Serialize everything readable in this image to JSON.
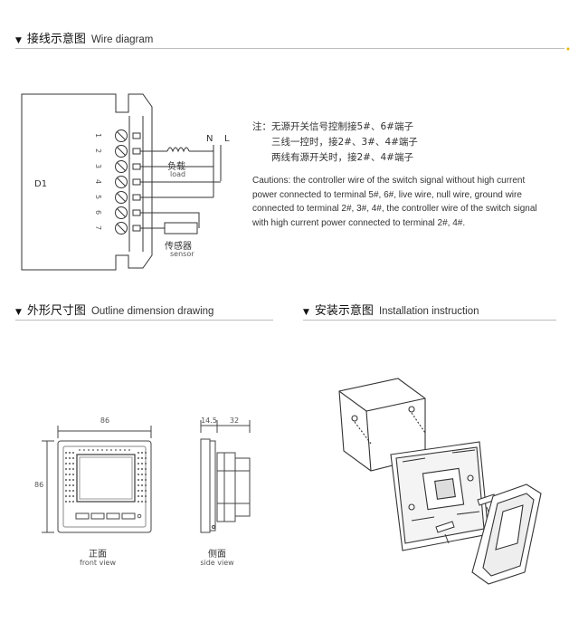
{
  "sections": {
    "wire": {
      "zh": "接线示意图",
      "en": "Wire diagram"
    },
    "outline": {
      "zh": "外形尺寸图",
      "en": "Outline dimension drawing"
    },
    "install": {
      "zh": "安装示意图",
      "en": "Installation instruction"
    }
  },
  "wiring": {
    "device_label": "D1",
    "terminals": [
      "1",
      "2",
      "3",
      "4",
      "5",
      "6",
      "7"
    ],
    "n_label": "N",
    "l_label": "L",
    "load_zh": "负载",
    "load_en": "load",
    "sensor_zh": "传感器",
    "sensor_en": "sensor"
  },
  "notes": {
    "line1": "注：无源开关信号控制接5#、6#端子",
    "line2": "三线一控时，接2#、3#、4#端子",
    "line3": "两线有源开关时，接2#、4#端子",
    "caution": "Cautions: the controller wire of the switch signal without high current power connected to terminal 5#, 6#, live wire, null wire, ground wire connected to terminal 2#, 3#, 4#, the controller wire of the switch signal with high current power connected to terminal 2#, 4#."
  },
  "dimensions": {
    "width": "86",
    "height": "86",
    "depth_front": "14.5",
    "depth_back": "32",
    "front_zh": "正面",
    "front_en": "front view",
    "side_zh": "侧面",
    "side_en": "side view"
  },
  "icons": [
    "triangle-down-icon"
  ]
}
